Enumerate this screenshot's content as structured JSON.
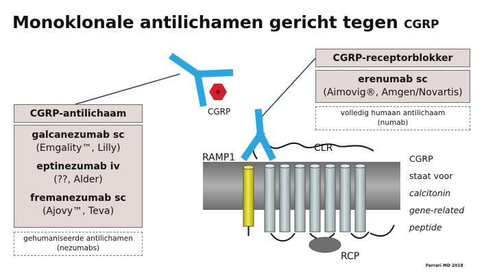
{
  "title": {
    "main": "Monoklonale antilichamen gericht tegen",
    "suffix": "CGRP"
  },
  "left_panel": {
    "header": "CGRP-antilichaam",
    "drugs": [
      {
        "name": "galcanezumab sc",
        "maker": "(Emgality™, Lilly)"
      },
      {
        "name": "eptinezumab iv",
        "maker": "(??, Alder)"
      },
      {
        "name": "fremanezumab sc",
        "maker": "(Ajovy™, Teva)"
      }
    ],
    "note_line1": "gehumaniseerde antilichamen",
    "note_line2": "(nezumabs)"
  },
  "right_panel": {
    "header": "CGRP-receptorblokker",
    "drug": {
      "name": "erenumab sc",
      "maker": "(Aimovig®, Amgen/Novartis)"
    },
    "note_line1": "volledig humaan antilichaam",
    "note_line2": "(numab)"
  },
  "diagram_labels": {
    "cgrp": "CGRP",
    "ramp1": "RAMP1",
    "clr": "CLR",
    "rcp": "RCP"
  },
  "side_text": {
    "line1": "CGRP",
    "line2": "staat voor",
    "line3": "calcitonin",
    "line4": "gene-related",
    "line5": "peptide"
  },
  "credit": "Ferrari MD 2018",
  "colors": {
    "antibody": "#2aa6dc",
    "cgrp_hexagon": "#d0202a",
    "ramp1": "#d6d20f",
    "clr": "#b7c4c6",
    "membrane": "#8a8a8a",
    "box_fill": "#e3d8d6"
  }
}
